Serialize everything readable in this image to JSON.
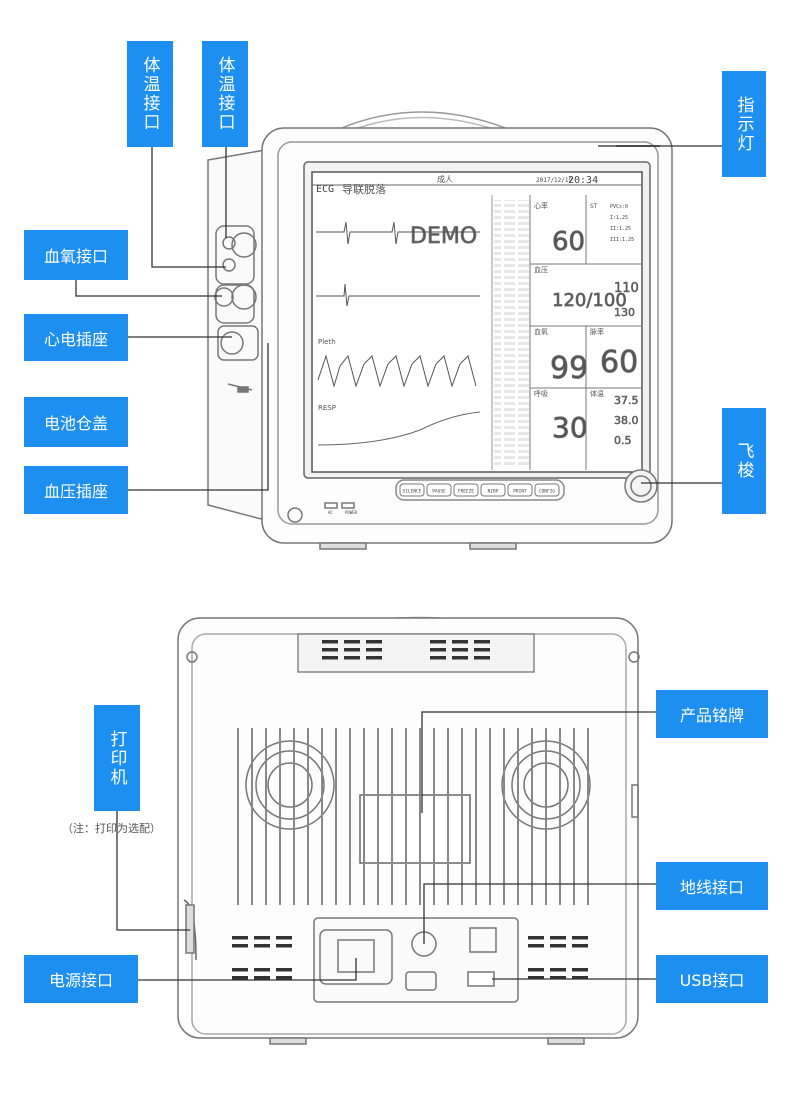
{
  "accent_color": "#1d8ff0",
  "callouts": {
    "temp_port_1": "体温接口",
    "temp_port_2": "体温接口",
    "indicator_light": "指示灯",
    "spo2_port": "血氧接口",
    "ecg_socket": "心电插座",
    "battery_cover": "电池仓盖",
    "nibp_socket": "血压插座",
    "shuttle_knob": "飞梭",
    "nameplate": "产品铭牌",
    "printer": "打印机",
    "printer_note": "（注：打印为选配）",
    "ground_port": "地线接口",
    "power_port": "电源接口",
    "usb_port": "USB接口"
  },
  "screen": {
    "mode": "ECG",
    "lead_title": "导联脱落",
    "patient_type": "成人",
    "date": "2017/12/19",
    "time": "20:34",
    "demo": "DEMO",
    "pleth_label": "Pleth",
    "resp_label": "RESP",
    "hr_label": "心率",
    "hr_value": "60",
    "nibp_label": "血压",
    "nibp_value": "120/100",
    "nibp_mean": "110",
    "nibp_extra": "130",
    "spo2_label": "血氧",
    "spo2_value": "99",
    "pr_label": "脉率",
    "pr_value": "60",
    "resp_value_label": "呼吸",
    "resp_value": "30",
    "temp_label": "体温",
    "t1_value": "37.5",
    "t2_value": "38.0",
    "td_value": "0.5",
    "st_label": "ST",
    "pvcs_label": "PVCs:0",
    "st_i": "I:1.25",
    "st_ii": "II:1.25",
    "st_iii": "III:1.25"
  },
  "front_buttons": [
    "SILENCE",
    "PAUSE",
    "FREEZE",
    "NIBP",
    "PRINT",
    "CONFIG"
  ],
  "front_small_labels": [
    "AC",
    "POWER"
  ]
}
